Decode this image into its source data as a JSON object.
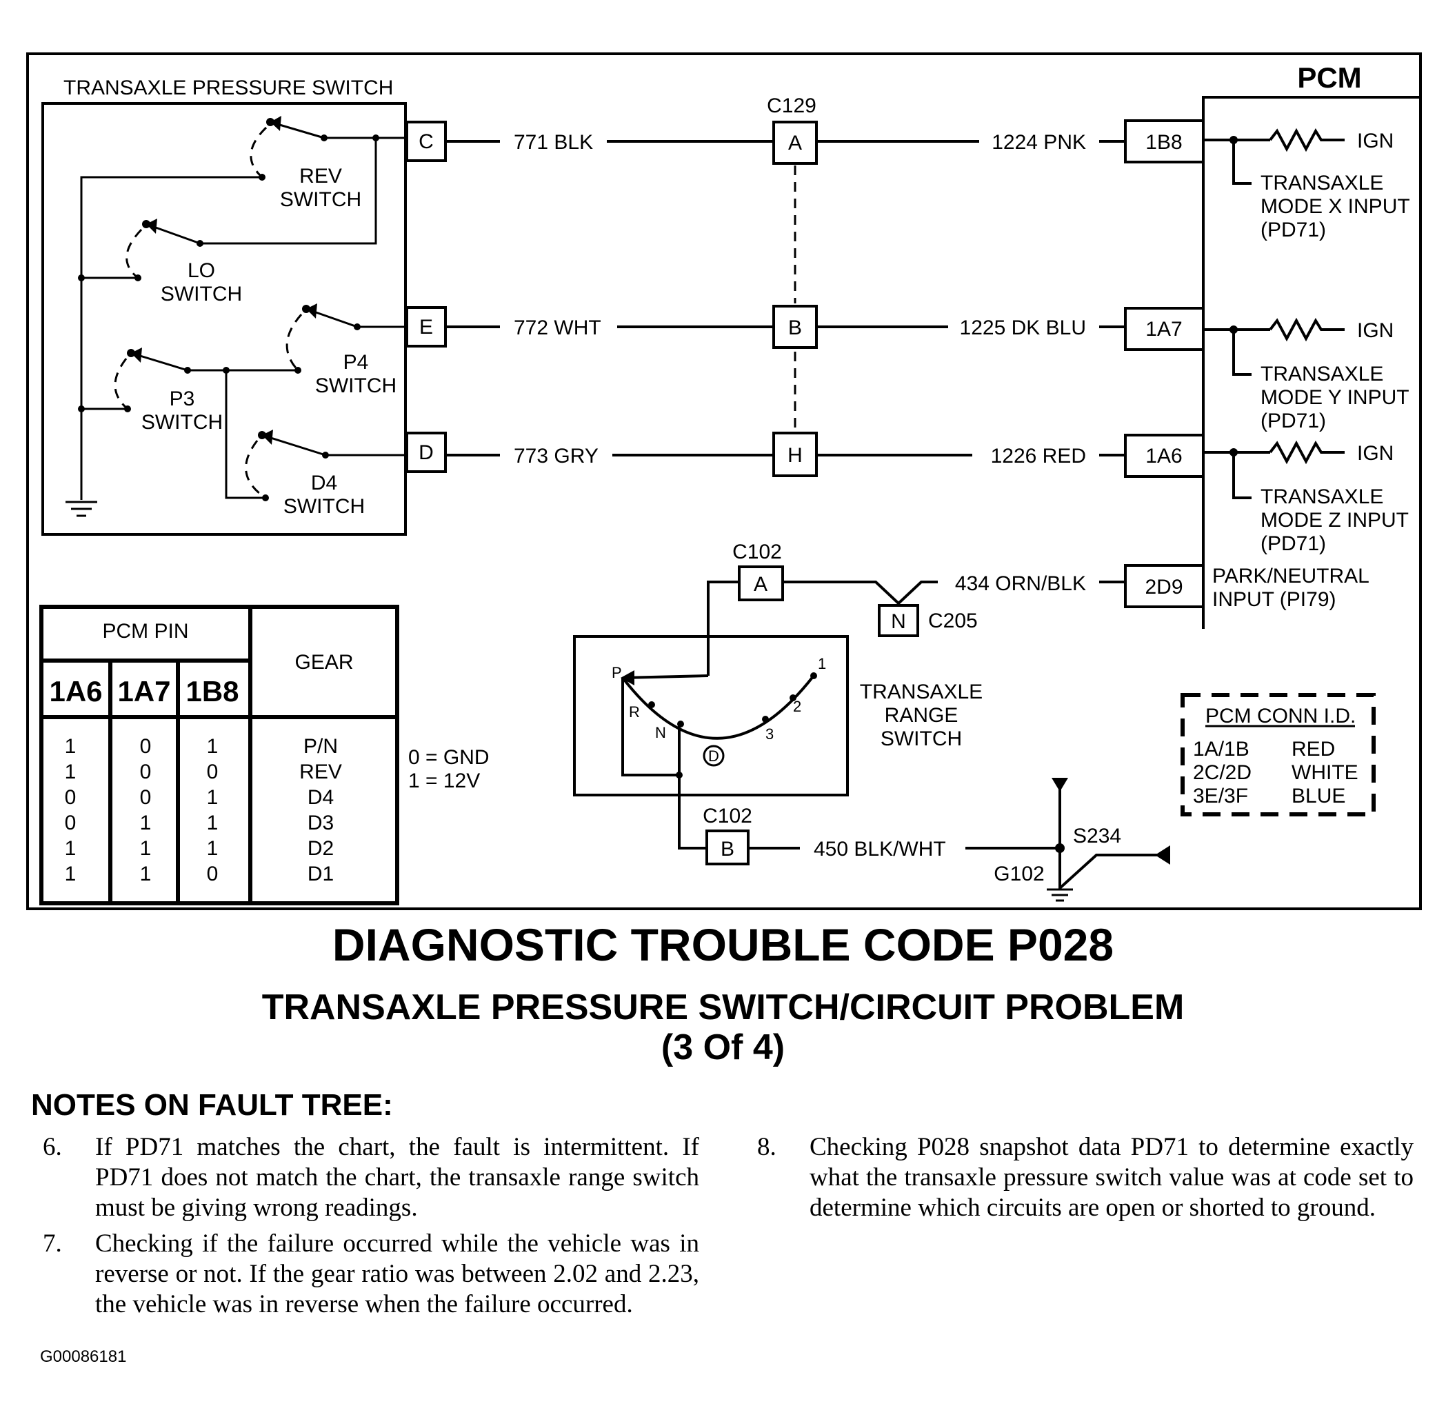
{
  "diagram": {
    "pressure_switch_title": "TRANSAXLE PRESSURE SWITCH",
    "pcm_title": "PCM",
    "connector_c129": "C129",
    "switches": {
      "rev": [
        "REV",
        "SWITCH"
      ],
      "lo": [
        "LO",
        "SWITCH"
      ],
      "p4": [
        "P4",
        "SWITCH"
      ],
      "p3": [
        "P3",
        "SWITCH"
      ],
      "d4": [
        "D4",
        "SWITCH"
      ]
    },
    "circuits": [
      {
        "switch_pin": "C",
        "wire_left": "771 BLK",
        "conn_pin": "A",
        "wire_right": "1224 PNK",
        "pcm_pin": "1B8",
        "ign": "IGN",
        "input": [
          "TRANSAXLE",
          "MODE X INPUT",
          "(PD71)"
        ]
      },
      {
        "switch_pin": "E",
        "wire_left": "772 WHT",
        "conn_pin": "B",
        "wire_right": "1225 DK BLU",
        "pcm_pin": "1A7",
        "ign": "IGN",
        "input": [
          "TRANSAXLE",
          "MODE Y INPUT",
          "(PD71)"
        ]
      },
      {
        "switch_pin": "D",
        "wire_left": "773 GRY",
        "conn_pin": "H",
        "wire_right": "1226 RED",
        "pcm_pin": "1A6",
        "ign": "IGN",
        "input": [
          "TRANSAXLE",
          "MODE Z INPUT",
          "(PD71)"
        ]
      }
    ],
    "park_neutral": {
      "connector_c102_top": "C102",
      "pin_a": "A",
      "pin_n": "N",
      "connector_c205": "C205",
      "wire": "434 ORN/BLK",
      "pcm_pin": "2D9",
      "input": [
        "PARK/NEUTRAL",
        "INPUT (PI79)"
      ]
    },
    "range_switch": {
      "label": [
        "TRANSAXLE",
        "RANGE",
        "SWITCH"
      ],
      "positions": [
        "P",
        "R",
        "N",
        "D",
        "3",
        "2",
        "1"
      ]
    },
    "ground_circuit": {
      "connector_c102_bottom": "C102",
      "pin_b": "B",
      "wire": "450 BLK/WHT",
      "splice": "S234",
      "ground": "G102"
    },
    "voltage_legend": [
      "0 = GND",
      "1 = 12V"
    ],
    "conn_id": {
      "title": "PCM CONN I.D.",
      "rows": [
        {
          "conn": "1A/1B",
          "color": "RED"
        },
        {
          "conn": "2C/2D",
          "color": "WHITE"
        },
        {
          "conn": "3E/3F",
          "color": "BLUE"
        }
      ]
    }
  },
  "truth_table": {
    "header_group": "PCM PIN",
    "header_gear": "GEAR",
    "columns": [
      "1A6",
      "1A7",
      "1B8"
    ],
    "rows": [
      {
        "bits": [
          "1",
          "0",
          "1"
        ],
        "gear": "P/N"
      },
      {
        "bits": [
          "1",
          "0",
          "0"
        ],
        "gear": "REV"
      },
      {
        "bits": [
          "0",
          "0",
          "1"
        ],
        "gear": "D4"
      },
      {
        "bits": [
          "0",
          "1",
          "1"
        ],
        "gear": "D3"
      },
      {
        "bits": [
          "1",
          "1",
          "1"
        ],
        "gear": "D2"
      },
      {
        "bits": [
          "1",
          "1",
          "0"
        ],
        "gear": "D1"
      }
    ]
  },
  "title": "DIAGNOSTIC TROUBLE CODE P028",
  "subtitle": "TRANSAXLE PRESSURE SWITCH/CIRCUIT PROBLEM",
  "subtitle_part": "(3 Of 4)",
  "notes": {
    "heading": "NOTES ON FAULT TREE:",
    "items": [
      {
        "num": "6.",
        "text": "If PD71 matches the chart, the fault is intermittent. If PD71 does not match the chart, the transaxle range switch must be giving wrong readings."
      },
      {
        "num": "7.",
        "text": "Checking if the failure occurred while the vehicle was in reverse or not. If the gear ratio was between 2.02 and 2.23, the vehicle was in reverse when the failure occurred."
      },
      {
        "num": "8.",
        "text": "Checking P028 snapshot data PD71 to determine exactly what the transaxle pressure switch value was at code set to determine which circuits are open or shorted to ground."
      }
    ]
  },
  "figure_id": "G00086181"
}
